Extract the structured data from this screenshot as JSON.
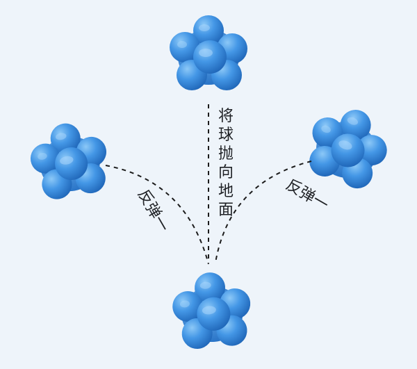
{
  "labels": {
    "drop_text": "将球抛向地面",
    "bounce_left": "反弹一",
    "bounce_right": "反弹一"
  },
  "colors": {
    "background": "#eef4fa",
    "ball_base": "#3a8fe0",
    "ball_light": "#74b9f3",
    "ball_dark": "#1e66b8",
    "dash_line": "#1c1c1c",
    "text": "#1e2024"
  },
  "icons": {
    "ball": "reaction-ball-icon"
  }
}
